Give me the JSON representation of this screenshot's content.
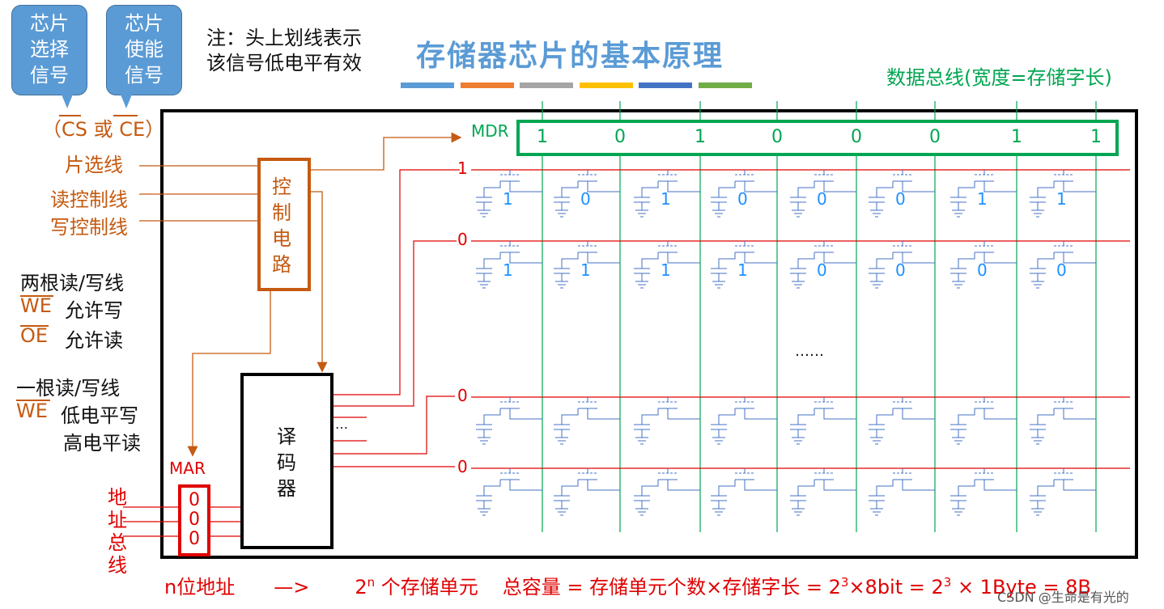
{
  "bubbles": {
    "chip_select": "芯片\n选择\n信号",
    "chip_enable": "芯片\n使能\n信号"
  },
  "note": "注：头上划线表示\n该信号低电平有效",
  "title": "存储器芯片的基本原理",
  "bar_colors": [
    "#5b9bd5",
    "#ed7d31",
    "#a5a5a5",
    "#ffc000",
    "#4472c4",
    "#70ad47"
  ],
  "data_bus_label": "数据总线(宽度=存储字长)",
  "cs_ce": {
    "open": "（",
    "cs": "CS",
    "or": " 或 ",
    "ce": "CE",
    "close": "）"
  },
  "control_lines": {
    "chip_select": "片选线",
    "read_ctrl": "读控制线",
    "write_ctrl": "写控制线"
  },
  "control_circuit": "控\n制\n电\n路",
  "two_lines": {
    "heading": "两根读/写线",
    "we": "WE",
    "we_desc": "允许写",
    "oe": "OE",
    "oe_desc": "允许读"
  },
  "one_line": {
    "heading": "一根读/写线",
    "we": "WE",
    "low": "低电平写",
    "high": "高电平读"
  },
  "mdr": {
    "label": "MDR",
    "bits": [
      "1",
      "0",
      "1",
      "0",
      "0",
      "0",
      "1",
      "1"
    ]
  },
  "rows": [
    {
      "label": "1",
      "values": [
        "1",
        "0",
        "1",
        "0",
        "0",
        "0",
        "1",
        "1"
      ]
    },
    {
      "label": "0",
      "values": [
        "1",
        "1",
        "1",
        "1",
        "0",
        "0",
        "0",
        "0"
      ]
    },
    {
      "label": "0",
      "values": [
        "",
        "",
        "",
        "",
        "",
        "",
        "",
        ""
      ]
    },
    {
      "label": "0",
      "values": [
        "",
        "",
        "",
        "",
        "",
        "",
        "",
        ""
      ]
    }
  ],
  "ellipsis_mid": "……",
  "decoder": {
    "label": "译\n码\n器",
    "dots": "…"
  },
  "mar": {
    "label": "MAR",
    "bits": [
      "0",
      "0",
      "0"
    ]
  },
  "address_bus": [
    "地",
    "址",
    "总",
    "线"
  ],
  "bottom": {
    "n_addr": "n位地址",
    "arrow": "—>",
    "count_pre": "2",
    "count_sup": "n",
    "count_post": " 个存储单元",
    "cap_pre": "总容量 = 存储单元个数×存储字长 = 2",
    "cap_sup1": "3",
    "cap_mid": "×8bit = 2",
    "cap_sup2": "3",
    "cap_post": " × 1Byte = 8B"
  },
  "watermark": "CSDN @生命是有光的"
}
